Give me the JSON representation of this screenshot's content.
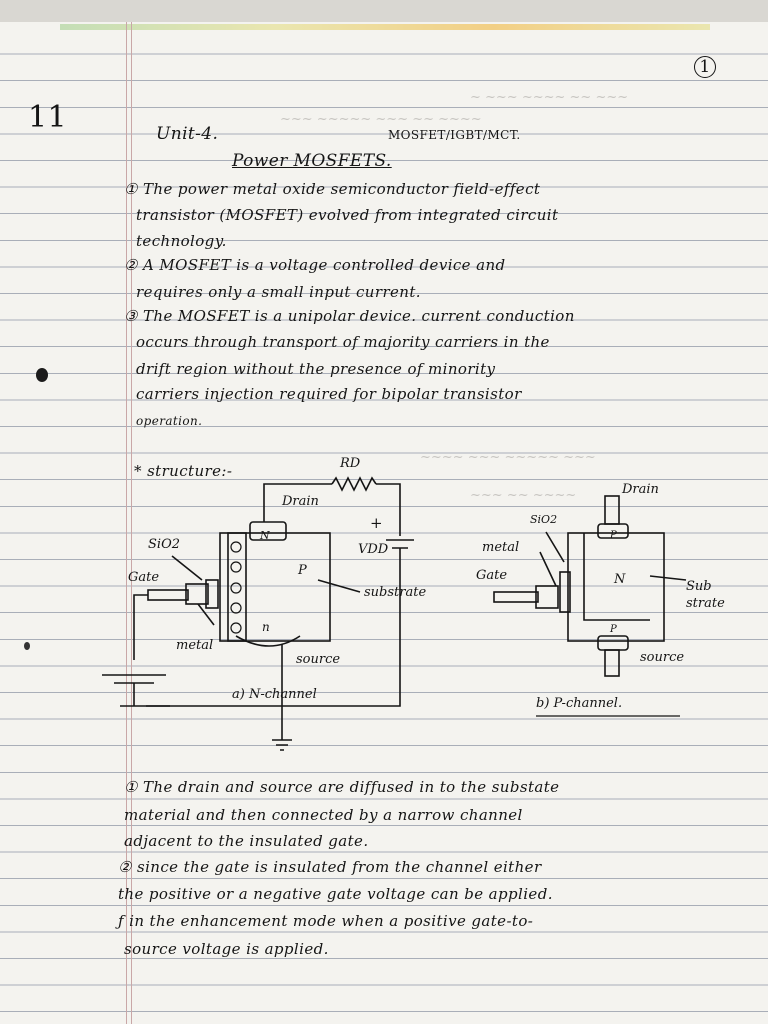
{
  "page": {
    "page_number": "1",
    "margin_mark": "11",
    "unit_title": "Unit-4.",
    "unit_subtitle": "MOSFET/IGBT/MCT.",
    "heading": "Power MOSFETS."
  },
  "intro_points": [
    "① The power metal oxide semiconductor field-effect",
    "transistor (MOSFET) evolved from integrated circuit",
    "technology.",
    "② A MOSFET is a voltage controlled device and",
    "requires only a small input current.",
    "③ The MOSFET is a unipolar device. current conduction",
    "occurs through transport of majority carriers in the",
    "drift region without the presence of minority",
    "carriers injection required for bipolar transistor",
    "operation."
  ],
  "structure": {
    "heading": "* structure:-",
    "n_channel": {
      "rd": "RD",
      "drain": "Drain",
      "plus": "+",
      "vdd": "VDD",
      "sio2": "SiO2",
      "gate": "Gate",
      "metal": "metal",
      "n_top": "N",
      "p": "P",
      "n_bottom": "n",
      "substrate": "substrate",
      "source": "source",
      "caption": "a) N-channel"
    },
    "p_channel": {
      "drain": "Drain",
      "sio2": "SiO2",
      "metal": "metal",
      "gate": "Gate",
      "p_top": "P",
      "n": "N",
      "p_bottom": "P",
      "substrate": "Sub strate",
      "source": "source",
      "caption": "b) P-channel."
    }
  },
  "notes": [
    "① The drain and source are diffused in to the substate",
    "material and then connected by a narrow channel",
    "adjacent to the insulated gate.",
    "② since the gate is insulated from the channel either",
    "the positive or a negative gate voltage can be applied.",
    "ƒ in the enhancement mode when a positive gate-to-",
    "source voltage is applied."
  ]
}
